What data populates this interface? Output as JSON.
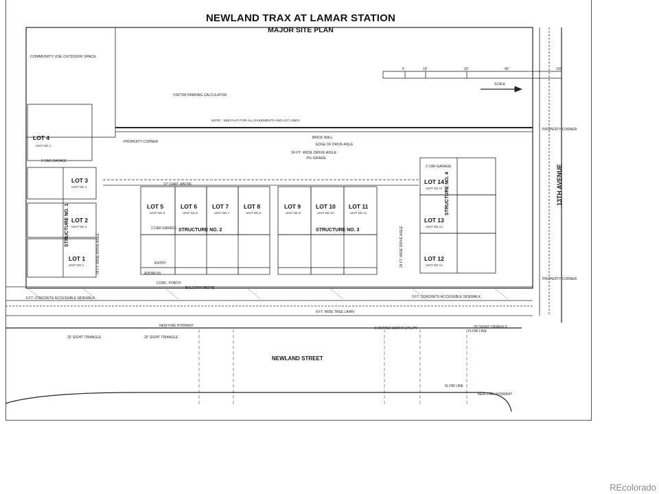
{
  "title": "NEWLAND TRAX AT LAMAR STATION",
  "subtitle": "MAJOR SITE PLAN",
  "watermark": "REcolorado",
  "streets": {
    "south": "NEWLAND STREET",
    "east": "13TH AVENUE"
  },
  "structures": {
    "s1": "STRUCTURE NO. 1",
    "s2": "STRUCTURE NO. 2",
    "s3": "STRUCTURE NO. 3",
    "s4": "STRUCTURE NO. 4"
  },
  "lots": [
    {
      "label": "LOT 4",
      "unit": "UNIT NO.4"
    },
    {
      "label": "LOT 3",
      "unit": "UNIT NO.3"
    },
    {
      "label": "LOT 2",
      "unit": "UNIT NO.2"
    },
    {
      "label": "LOT 1",
      "unit": "UNIT NO.1"
    },
    {
      "label": "LOT 5",
      "unit": "UNIT NO.5"
    },
    {
      "label": "LOT 6",
      "unit": "UNIT NO.6"
    },
    {
      "label": "LOT 7",
      "unit": "UNIT NO.7"
    },
    {
      "label": "LOT 8",
      "unit": "UNIT NO.8"
    },
    {
      "label": "LOT 9",
      "unit": "UNIT NO.9"
    },
    {
      "label": "LOT 10",
      "unit": "UNIT NO.10"
    },
    {
      "label": "LOT 11",
      "unit": "UNIT NO.11"
    },
    {
      "label": "LOT 14",
      "unit": "UNIT NO.14"
    },
    {
      "label": "LOT 13",
      "unit": "UNIT NO.13"
    },
    {
      "label": "LOT 12",
      "unit": "UNIT NO.12"
    }
  ],
  "labels": {
    "community": "COMMUNITY USE OUTDOOR SPACE",
    "drive_aisle": "24 FT. WIDE DRIVE AISLE",
    "drive_grade": "2% GRADE",
    "visitor_calc": "VISITOR PARKING CALCULATOR",
    "note": "NOTE : SEE PLAT FOR ALL EASEMENTS AND LOT LINES",
    "two_car": "2 CAR GARAGE",
    "property_corner": "PROPERTY CORNER",
    "tree_lawn": "8 FT. WIDE TREE LAWN",
    "sidewalk": "5 FT. CONCRETE ACCESSIBLE SIDEWALK",
    "fire_hydrant": "NEW FIRE HYDRANT",
    "water_utility": "EXISTING WATER UTILITY",
    "flow_line": "FLOW LINE",
    "sight_triangle": "25' SIGHT TRIANGLE",
    "brick_wall": "BRICK WALL",
    "edge_drive": "EDGE OF DRIVE AISLE",
    "entry": "ENTRY",
    "address": "ADDRESS",
    "conc_porch": "CONC. PORCH",
    "balcony_above": "BALCONY ABOVE",
    "cant_above": "12\" CANT. ABOVE",
    "scale": "SCALE",
    "scale_ticks": [
      "0",
      "10'",
      "20'",
      "40'",
      "100'"
    ]
  }
}
